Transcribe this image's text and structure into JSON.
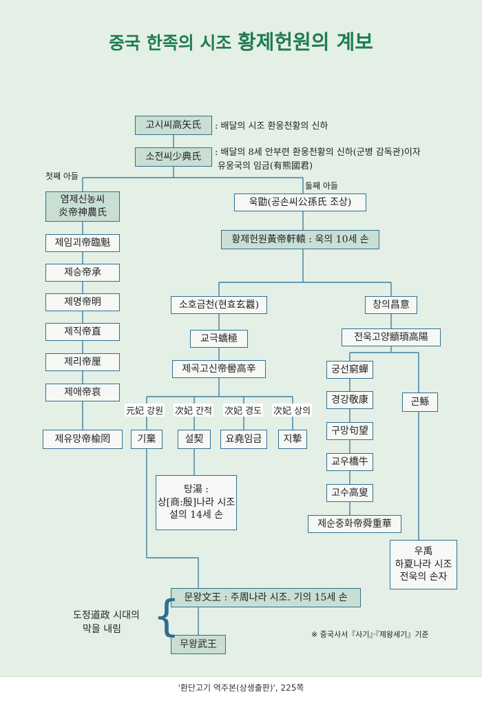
{
  "title": {
    "main": "중국 한족의 시조 ",
    "emph": "황제헌원의 계보"
  },
  "boxes": {
    "gosissi": "고시씨高矢氏",
    "sojeonssi": "소전씨少典氏",
    "yeomje_1": "염제신농씨",
    "yeomje_2": "炎帝神農氏",
    "jeim": "제임괴帝臨魁",
    "jeseung": "제승帝承",
    "jemyeong": "제명帝明",
    "jejik": "제직帝直",
    "jeri": "제리帝厘",
    "jeae": "제애帝哀",
    "jeyumang": "제유망帝楡罔",
    "uk": "욱勖(공손씨公孫氏 조상)",
    "hwangje": "황제헌원黃帝軒轅 : 욱의 10세 손",
    "soho": "소호금천(현효玄囂)",
    "changui": "창의昌意",
    "gyogeuk": "교극蟜極",
    "jeonuk": "전욱고양顓頊高陽",
    "jegok": "제곡고신帝嚳高辛",
    "gungseon": "궁선窮蟬",
    "gyeonggang": "경강敬康",
    "gumang": "구망句望",
    "gyou": "교우橋牛",
    "gosu": "고수高叟",
    "jesun": "제순중화帝舜重華",
    "gon": "곤鯀",
    "u_1": "우禹",
    "u_2": "하夏나라 시조",
    "u_3": "전욱의 손자",
    "gi": "기棄",
    "seol": "설契",
    "yo": "요堯임금",
    "ji": "지摯",
    "tang_1": "탕湯 :",
    "tang_2": "상[商:殷]나라 시조",
    "tang_3": "설의 14세 손",
    "munwang": "문왕文王 : 주周나라 시조. 기의 15세 손",
    "muwang": "무왕武王"
  },
  "notes": {
    "gosissi": ": 배달의 시조 환웅천황의 신하",
    "sojeonssi_1": ": 배달의 8세 안부련 환웅천황의 신하(군병 감독관)이자",
    "sojeonssi_2": "유웅국의 임금(有熊國君)",
    "first_son": "첫째 아들",
    "second_son": "둘째 아들",
    "wife_1": "元妃 강원",
    "wife_2": "次妃 간적",
    "wife_3": "次妃 경도",
    "wife_4": "次妃 상의",
    "dojeong_1": "도정道政 시대의",
    "dojeong_2": "막을 내림",
    "reference": "※ 중국사서『사기』·『제왕세기』기준"
  },
  "source": "'환단고기 역주본(상생출판)', 225쪽"
}
